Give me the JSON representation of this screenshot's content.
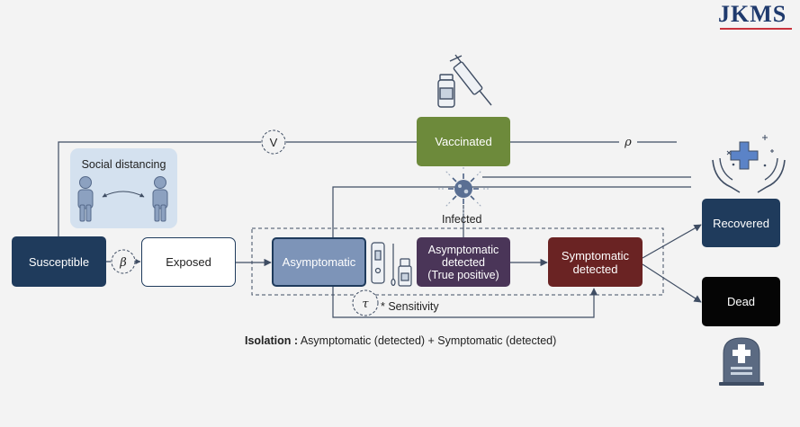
{
  "logo": {
    "text": "JKMS"
  },
  "nodes": {
    "susceptible": "Susceptible",
    "exposed": "Exposed",
    "asymptomatic": "Asymptomatic",
    "asymptomatic_detected": [
      "Asymptomatic",
      "detected",
      "(True positive)"
    ],
    "symptomatic_detected": [
      "Symptomatic",
      "detected"
    ],
    "vaccinated": "Vaccinated",
    "recovered": "Recovered",
    "dead": "Dead"
  },
  "parameters": {
    "vaccination": "V",
    "transmission": "β",
    "sensitivity": "τ",
    "vaccinated_outflow": "ρ"
  },
  "labels": {
    "social_distancing": "Social distancing",
    "infected": "Infected",
    "sensitivity": "* Sensitivity",
    "isolation_bold": "Isolation :",
    "isolation_rest": " Asymptomatic (detected) + Symptomatic (detected)"
  },
  "icons": [
    "vaccine-vial-syringe-icon",
    "person-icon",
    "virus-icon",
    "test-kit-icon",
    "caring-hands-cross-icon",
    "gravestone-icon"
  ],
  "colors": {
    "susceptible": "#1f3b5c",
    "exposed": "#ffffff",
    "asymptomatic": "#7d94b8",
    "asymptomatic_detected": "#4a3558",
    "symptomatic_detected": "#6a2323",
    "vaccinated": "#6d8a3b",
    "recovered": "#1f3b5c",
    "dead": "#050505",
    "social_distancing_panel": "#d4e1ef",
    "lines": "#3f4d63"
  }
}
